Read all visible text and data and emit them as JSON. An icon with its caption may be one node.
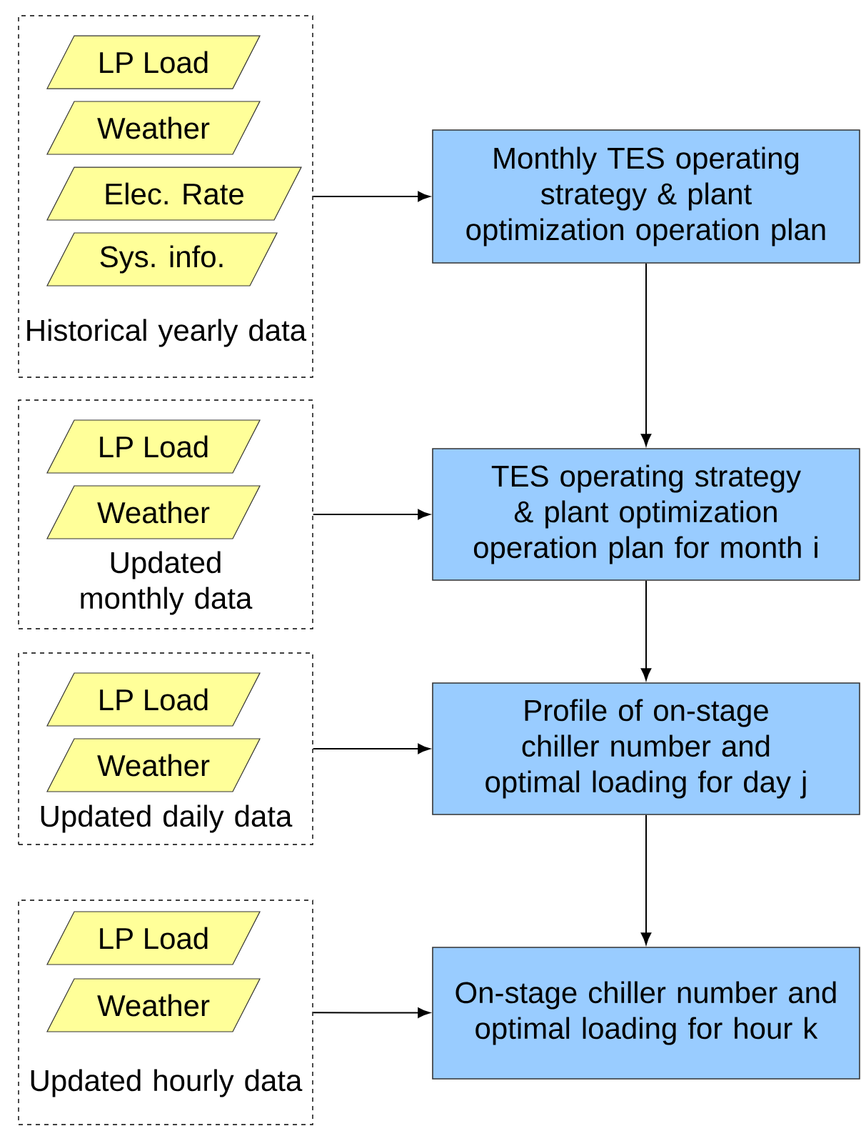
{
  "diagram": {
    "nodes": [
      {
        "text": [
          "Historical yearly data"
        ]
      },
      {
        "text": [
          "LP Load"
        ],
        "in": 0
      },
      {
        "text": [
          "Weather"
        ],
        "in": 0
      },
      {
        "text": [
          "Elec. Rate"
        ],
        "in": 0
      },
      {
        "text": [
          "Sys. info."
        ],
        "in": 0
      },
      {
        "text": [
          "Updated monthly data"
        ]
      },
      {
        "text": [
          "LP Load"
        ],
        "in": 5
      },
      {
        "text": [
          "Weather"
        ],
        "in": 5
      },
      {
        "text": [
          "Updated daily data"
        ]
      },
      {
        "text": [
          "LP Load"
        ],
        "in": 8
      },
      {
        "text": [
          "Weather"
        ],
        "in": 8
      },
      {
        "text": [
          "Updated hourly data"
        ]
      },
      {
        "text": [
          "LP Load"
        ],
        "in": 11
      },
      {
        "text": [
          "Weather"
        ],
        "in": 11
      },
      {
        "text": [
          "Monthly TES operating strategy & plant optimization operation plan"
        ]
      },
      {
        "text": [
          "TES operating strategy & plant optimization operation plan for month i"
        ]
      },
      {
        "text": [
          "Profile of on-stage chiller number and optimal loading for day j"
        ]
      },
      {
        "text": [
          "On-stage chiller number and optimal loading for hour k"
        ]
      }
    ],
    "edges": [
      {
        "from": 0,
        "to": 14,
        "arrow": "to"
      },
      {
        "from": 14,
        "to": 15,
        "arrow": "to"
      },
      {
        "from": 5,
        "to": 15,
        "arrow": "to"
      },
      {
        "from": 15,
        "to": 16,
        "arrow": "to"
      },
      {
        "from": 8,
        "to": 16,
        "arrow": "to"
      },
      {
        "from": 16,
        "to": 17,
        "arrow": "to"
      },
      {
        "from": 11,
        "to": 17,
        "arrow": "to"
      }
    ]
  }
}
